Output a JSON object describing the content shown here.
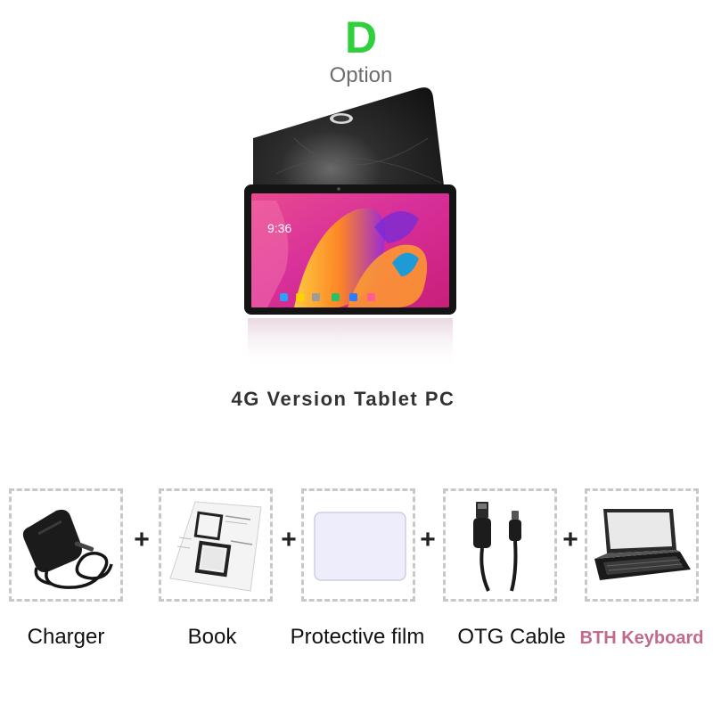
{
  "option": {
    "letter": "D",
    "word": "Option"
  },
  "tablet": {
    "clock_text": "9:36",
    "title": "4G Version Tablet PC"
  },
  "accessories": [
    {
      "label": "Charger",
      "icon": "charger-icon"
    },
    {
      "label": "Book",
      "icon": "manual-book-icon"
    },
    {
      "label": "Protective film",
      "icon": "protective-film-icon"
    },
    {
      "label": "OTG Cable",
      "icon": "otg-cable-icon"
    },
    {
      "label": "BTH Keyboard",
      "icon": "keyboard-case-icon"
    }
  ],
  "separator": "+",
  "colors": {
    "option_letter": "#2fd03c",
    "option_word": "#6d6d6d",
    "accent_label": "#c26a8c",
    "dashed_border": "#c8c8c8",
    "text_dark": "#111111"
  }
}
